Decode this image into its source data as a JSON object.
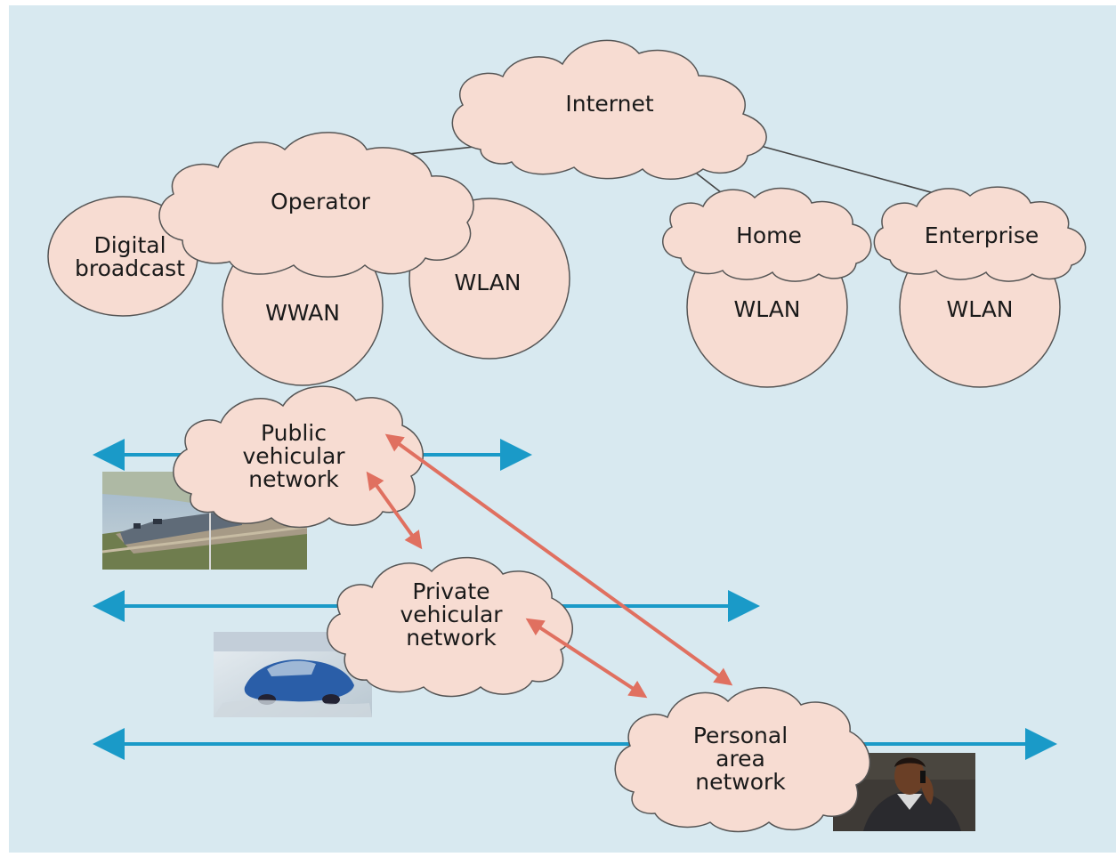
{
  "diagram": {
    "colors": {
      "background": "#d8e9f0",
      "cloud_fill": "#f7dcd2",
      "cloud_stroke": "#555555",
      "link_line": "#444444",
      "arrow_blue": "#1a9ac8",
      "arrow_red": "#e07060"
    },
    "clouds": {
      "internet": [
        "Internet"
      ],
      "operator": [
        "Operator"
      ],
      "home": [
        "Home"
      ],
      "enterprise": [
        "Enterprise"
      ],
      "public_vehicular": [
        "Public",
        "vehicular",
        "network"
      ],
      "private_vehicular": [
        "Private",
        "vehicular",
        "network"
      ],
      "personal_area": [
        "Personal",
        "area",
        "network"
      ]
    },
    "circles": {
      "digital_broadcast": [
        "Digital",
        "broadcast"
      ],
      "wwan": [
        "WWAN"
      ],
      "wlan_operator": [
        "WLAN"
      ],
      "wlan_home": [
        "WLAN"
      ],
      "wlan_enterprise": [
        "WLAN"
      ]
    },
    "photos": {
      "train": "train-photo",
      "car": "car-photo",
      "person": "person-on-phone-photo"
    }
  }
}
